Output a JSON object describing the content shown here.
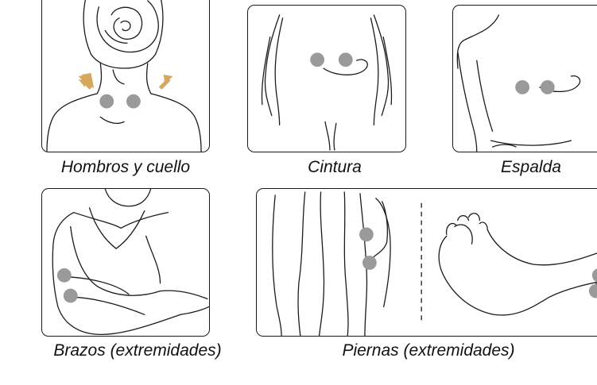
{
  "captions": {
    "neck": "Hombros y cuello",
    "waist": "Cintura",
    "back": "Espalda",
    "arms": "Brazos (extremidades)",
    "legs": "Piernas (extremidades)"
  },
  "colors": {
    "pad": "#9a9a9a",
    "arrow": "#d6a85e",
    "outline": "#1a1a1a"
  }
}
